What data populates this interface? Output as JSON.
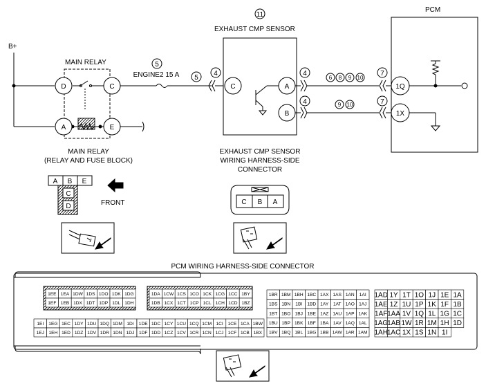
{
  "labels": {
    "b_plus": "B+",
    "main_relay": "MAIN RELAY",
    "engine2_fuse": "ENGINE2 15 A",
    "exhaust_cmp_sensor": "EXHAUST CMP SENSOR",
    "pcm": "PCM",
    "relay_block_1": "MAIN RELAY",
    "relay_block_2": "(RELAY AND FUSE BLOCK)",
    "sensor_conn_1": "EXHAUST CMP SENSOR",
    "sensor_conn_2": "WIRING HARNESS-SIDE",
    "sensor_conn_3": "CONNECTOR",
    "front": "FRONT",
    "pcm_conn": "PCM WIRING HARNESS-SIDE CONNECTOR"
  },
  "relay_terminals": {
    "d": "D",
    "c": "C",
    "a": "A",
    "e": "E"
  },
  "sensor_terminals": {
    "c": "C",
    "a": "A",
    "b": "B"
  },
  "pcm_terminals": {
    "q1": "1Q",
    "x1": "1X"
  },
  "circle_refs": {
    "r11": "11",
    "r5_top": "5",
    "r5_wire": "5",
    "r4_c": "4",
    "r4_a": "4",
    "r4_b": "4",
    "r7_a": "7",
    "r7_b": "7"
  },
  "wire_refs": {
    "a_line": [
      "6",
      "8",
      "9",
      "10"
    ],
    "b_line": [
      "9",
      "10"
    ]
  },
  "relay_connector": {
    "row1": [
      "A",
      "B",
      "E"
    ],
    "c": "C",
    "d": "D"
  },
  "sensor_connector": [
    "C",
    "B",
    "A"
  ],
  "pcm_connector": {
    "group1": [
      [
        "1EE",
        "1EA",
        "1DW",
        "1DS",
        "1DO",
        "1DK",
        "1DG"
      ],
      [
        "1EF",
        "1EB",
        "1DX",
        "1DT",
        "1DP",
        "1DL",
        "1DH"
      ]
    ],
    "group2": [
      [
        "1DA",
        "1CW",
        "1CS",
        "1CO",
        "1CK",
        "1CG",
        "1CC",
        "1BY"
      ],
      [
        "1DB",
        "1CX",
        "1CT",
        "1CP",
        "1CL",
        "1CH",
        "1CD",
        "1BZ"
      ]
    ],
    "group3": [
      [
        "1EI",
        "1EG",
        "1EC",
        "1DY",
        "1DU",
        "1DQ",
        "1DM",
        "1DI"
      ],
      [
        "1EJ",
        "1EH",
        "1ED",
        "1DZ",
        "1DV",
        "1DR",
        "1DN",
        "1DJ"
      ]
    ],
    "group4": [
      [
        "1DE",
        "1DC",
        "1CY",
        "1CU",
        "1CQ",
        "1CM",
        "1CI",
        "1CE",
        "1CA",
        "1BW"
      ],
      [
        "1DF",
        "1DD",
        "1CZ",
        "1CV",
        "1CR",
        "1CN",
        "1CJ",
        "1CF",
        "1CB",
        "1BX"
      ]
    ],
    "group5": [
      [
        "1BR",
        "1BM",
        "1BH",
        "1BC",
        "1AX",
        "1AS",
        "1AN",
        "1AI"
      ],
      [
        "1BS",
        "1BN",
        "1BI",
        "1BD",
        "1AY",
        "1AT",
        "1AO",
        "1AJ"
      ],
      [
        "1BT",
        "1BO",
        "1BJ",
        "1BE",
        "1AZ",
        "1AU",
        "1AP",
        "1AK"
      ],
      [
        "1BU",
        "1BP",
        "1BK",
        "1BF",
        "1BA",
        "1AV",
        "1AQ",
        "1AL"
      ],
      [
        "1BV",
        "1BQ",
        "1BL",
        "1BG",
        "1BB",
        "1AW",
        "1AR",
        "1AM"
      ]
    ],
    "group6": [
      [
        "1AD",
        "1Y",
        "1T",
        "1O",
        "1J",
        "1E",
        "1A"
      ],
      [
        "1AE",
        "1Z",
        "1U",
        "1P",
        "1K",
        "1F",
        "1B"
      ],
      [
        "1AF",
        "1AA",
        "1V",
        "1Q",
        "1L",
        "1G",
        "1C"
      ],
      [
        "1AG",
        "1AB",
        "1W",
        "1R",
        "1M",
        "1H",
        "1D"
      ],
      [
        "1AH",
        "1AC",
        "1X",
        "1S",
        "1N",
        "1I",
        ""
      ]
    ]
  }
}
